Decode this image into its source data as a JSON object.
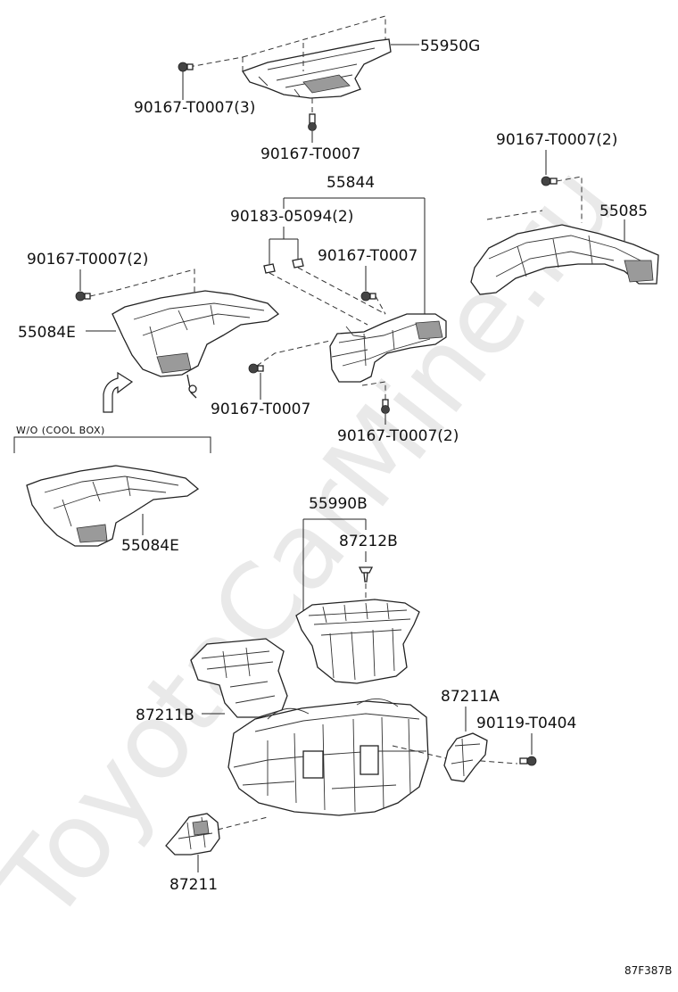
{
  "watermark": "ToyotaCarMine.ru",
  "diagram_code": "87F387B",
  "variant_note": "W/O (COOL BOX)",
  "labels": {
    "p55950G": "55950G",
    "p90167_T0007_3": "90167-T0007(3)",
    "p90167_T0007_top": "90167-T0007",
    "p90167_T0007_2_right": "90167-T0007(2)",
    "p55844": "55844",
    "p90183_05094_2": "90183-05094(2)",
    "p55085": "55085",
    "p90167_T0007_2_left": "90167-T0007(2)",
    "p90167_T0007_mid": "90167-T0007",
    "p55084E_top": "55084E",
    "p90167_T0007_lower": "90167-T0007",
    "p90167_T0007_2_lower": "90167-T0007(2)",
    "p55084E_bottom": "55084E",
    "p55990B": "55990B",
    "p87212B": "87212B",
    "p87211A": "87211A",
    "p90119_T0404": "90119-T0404",
    "p87211B": "87211B",
    "p87211": "87211"
  }
}
